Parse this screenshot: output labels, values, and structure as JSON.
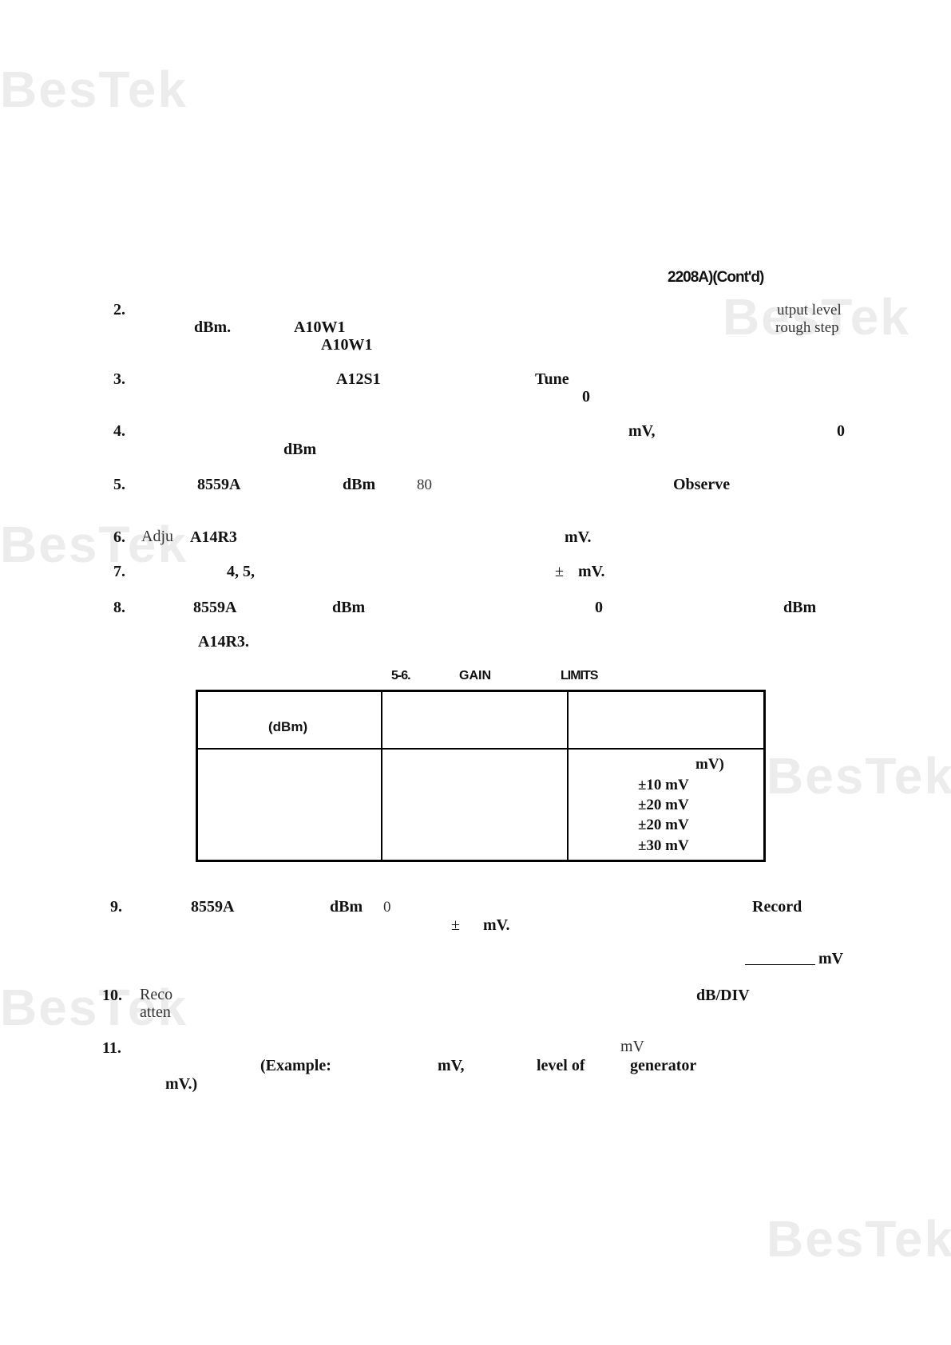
{
  "watermarks": [
    "BesTek",
    "BesTek",
    "BesTek",
    "BesTek",
    "BesTek",
    "BesTek"
  ],
  "header": {
    "title_fragment": "2208A)(Cont'd)"
  },
  "steps": [
    {
      "num": "2.",
      "frags": [
        "dBm.",
        "A10W1",
        "A10W1",
        "utput level",
        "rough step"
      ]
    },
    {
      "num": "3.",
      "frags": [
        "A12S1",
        "Tune",
        "0"
      ]
    },
    {
      "num": "4.",
      "frags": [
        "mV,",
        "0",
        "dBm"
      ]
    },
    {
      "num": "5.",
      "frags": [
        "8559A",
        "dBm",
        "80",
        "Observe"
      ]
    },
    {
      "num": "6.",
      "frags": [
        "Adju",
        "A14R3",
        "mV."
      ]
    },
    {
      "num": "7.",
      "frags": [
        "4, 5,",
        "±",
        "mV."
      ]
    },
    {
      "num": "8.",
      "frags": [
        "8559A",
        "dBm",
        "0",
        "dBm",
        "A14R3."
      ]
    },
    {
      "num": "9.",
      "frags": [
        "8559A",
        "dBm",
        "0",
        "Record",
        "±",
        "mV.",
        "mV"
      ]
    },
    {
      "num": "10.",
      "frags": [
        "Reco",
        "atten",
        "dB/DIV"
      ]
    },
    {
      "num": "11.",
      "frags": [
        "mV",
        "(Example:",
        "mV,",
        "level of",
        "generator",
        "mV.)"
      ]
    }
  ],
  "table": {
    "caption": [
      "5-6.",
      "GAIN",
      "LIMITS"
    ],
    "header_col1": "(dBm)",
    "col3_unit": "mV)",
    "col3_values": [
      "±10 mV",
      "±20 mV",
      "±20 mV",
      "±30 mV"
    ]
  }
}
